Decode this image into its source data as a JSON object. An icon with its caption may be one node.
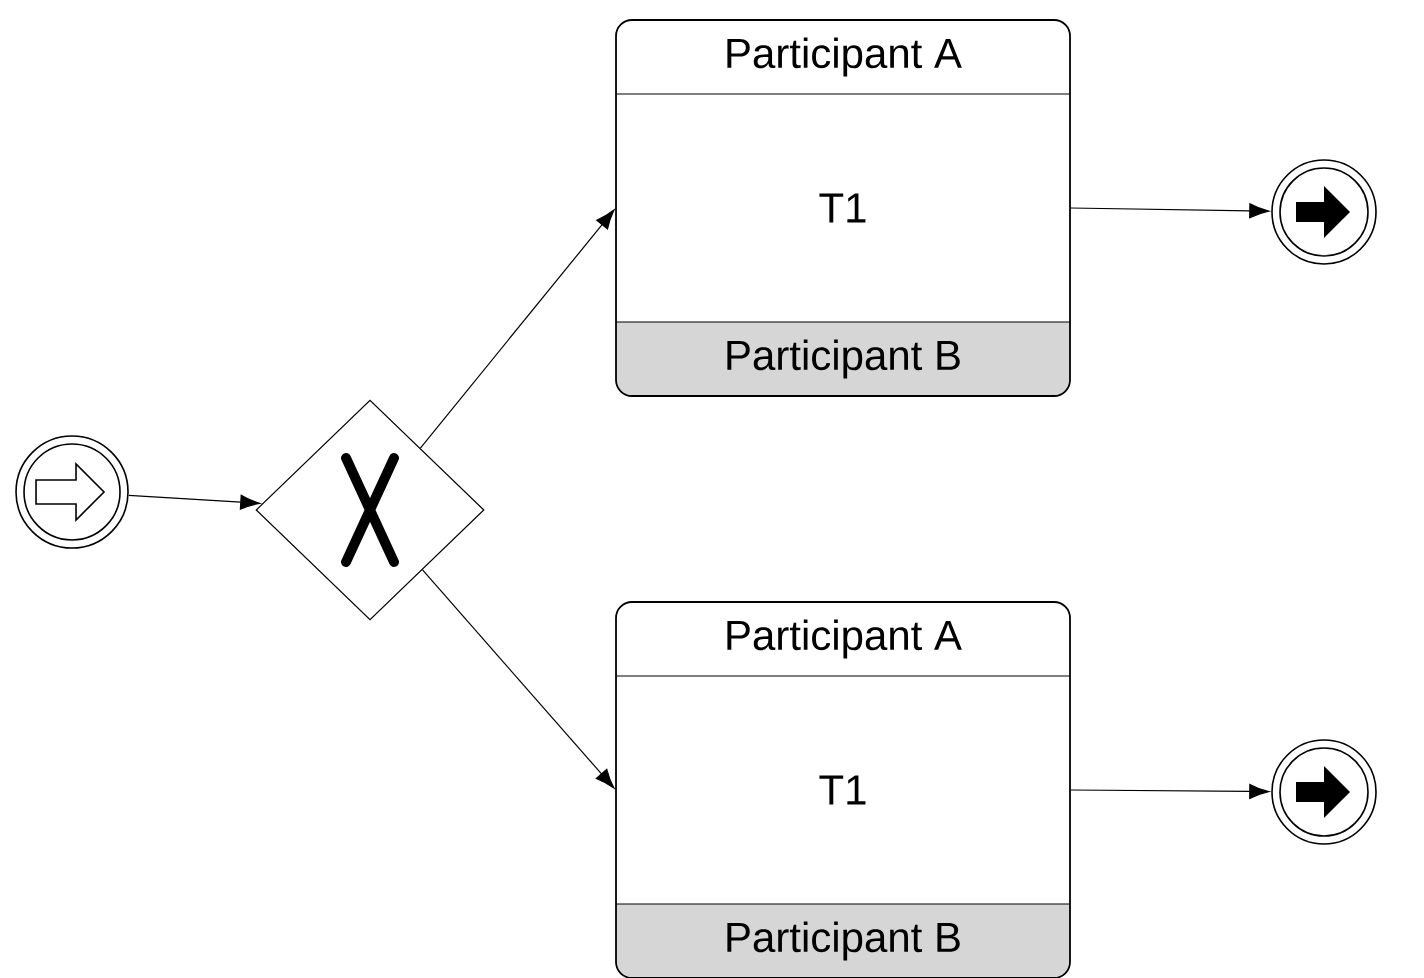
{
  "diagram": {
    "nodes": [
      {
        "text": [],
        "shape": "circle"
      },
      {
        "text": [],
        "shape": "diamond"
      },
      {
        "text": [
          "Participant A",
          "T1",
          "Participant B"
        ]
      },
      {
        "text": [],
        "shape": "circle"
      },
      {
        "text": [
          "Participant A",
          "T1",
          "Participant B"
        ]
      },
      {
        "text": [],
        "shape": "circle"
      }
    ],
    "edges": [
      {
        "from": 0,
        "to": 1,
        "arrow": "to"
      },
      {
        "from": 1,
        "to": 2,
        "arrow": "to"
      },
      {
        "from": 2,
        "to": 3,
        "arrow": "to"
      },
      {
        "from": 1,
        "to": 4,
        "arrow": "to"
      },
      {
        "from": 4,
        "to": 5,
        "arrow": "to"
      }
    ]
  }
}
